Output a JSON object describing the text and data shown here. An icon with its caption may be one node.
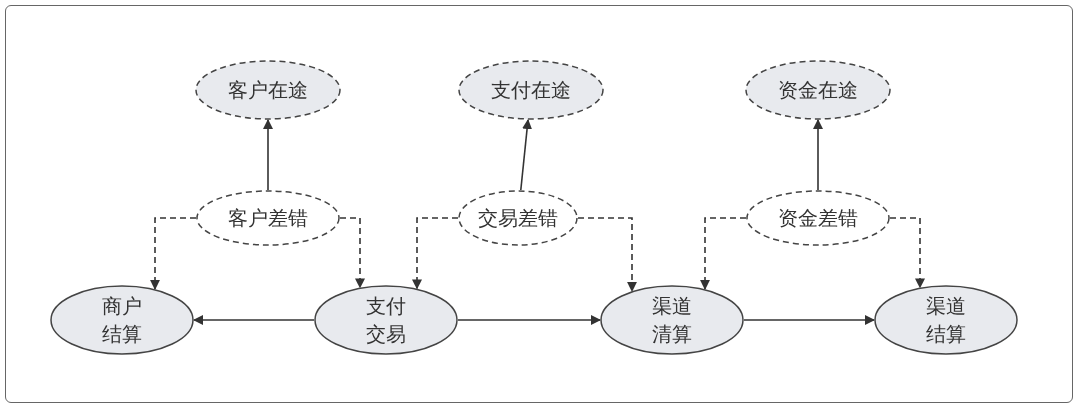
{
  "diagram": {
    "nodes": [
      {
        "text": [
          "客户在途"
        ]
      },
      {
        "text": [
          "支付在途"
        ]
      },
      {
        "text": [
          "资金在途"
        ]
      },
      {
        "text": [
          "客户差错"
        ]
      },
      {
        "text": [
          "交易差错"
        ]
      },
      {
        "text": [
          "资金差错"
        ]
      },
      {
        "text": [
          "商户结算"
        ]
      },
      {
        "text": [
          "支付交易"
        ]
      },
      {
        "text": [
          "渠道清算"
        ]
      },
      {
        "text": [
          "渠道结算"
        ]
      }
    ],
    "edges": [
      {
        "from": 3,
        "to": 0,
        "arrow": "to"
      },
      {
        "from": 4,
        "to": 1,
        "arrow": "to"
      },
      {
        "from": 5,
        "to": 2,
        "arrow": "to"
      },
      {
        "from": 3,
        "to": 6,
        "arrow": "to",
        "style": "dashed"
      },
      {
        "from": 3,
        "to": 7,
        "arrow": "to",
        "style": "dashed"
      },
      {
        "from": 4,
        "to": 7,
        "arrow": "to",
        "style": "dashed"
      },
      {
        "from": 4,
        "to": 8,
        "arrow": "to",
        "style": "dashed"
      },
      {
        "from": 5,
        "to": 8,
        "arrow": "to",
        "style": "dashed"
      },
      {
        "from": 5,
        "to": 9,
        "arrow": "to",
        "style": "dashed"
      },
      {
        "from": 7,
        "to": 6,
        "arrow": "to"
      },
      {
        "from": 7,
        "to": 8,
        "arrow": "to"
      },
      {
        "from": 8,
        "to": 9,
        "arrow": "to"
      }
    ]
  }
}
